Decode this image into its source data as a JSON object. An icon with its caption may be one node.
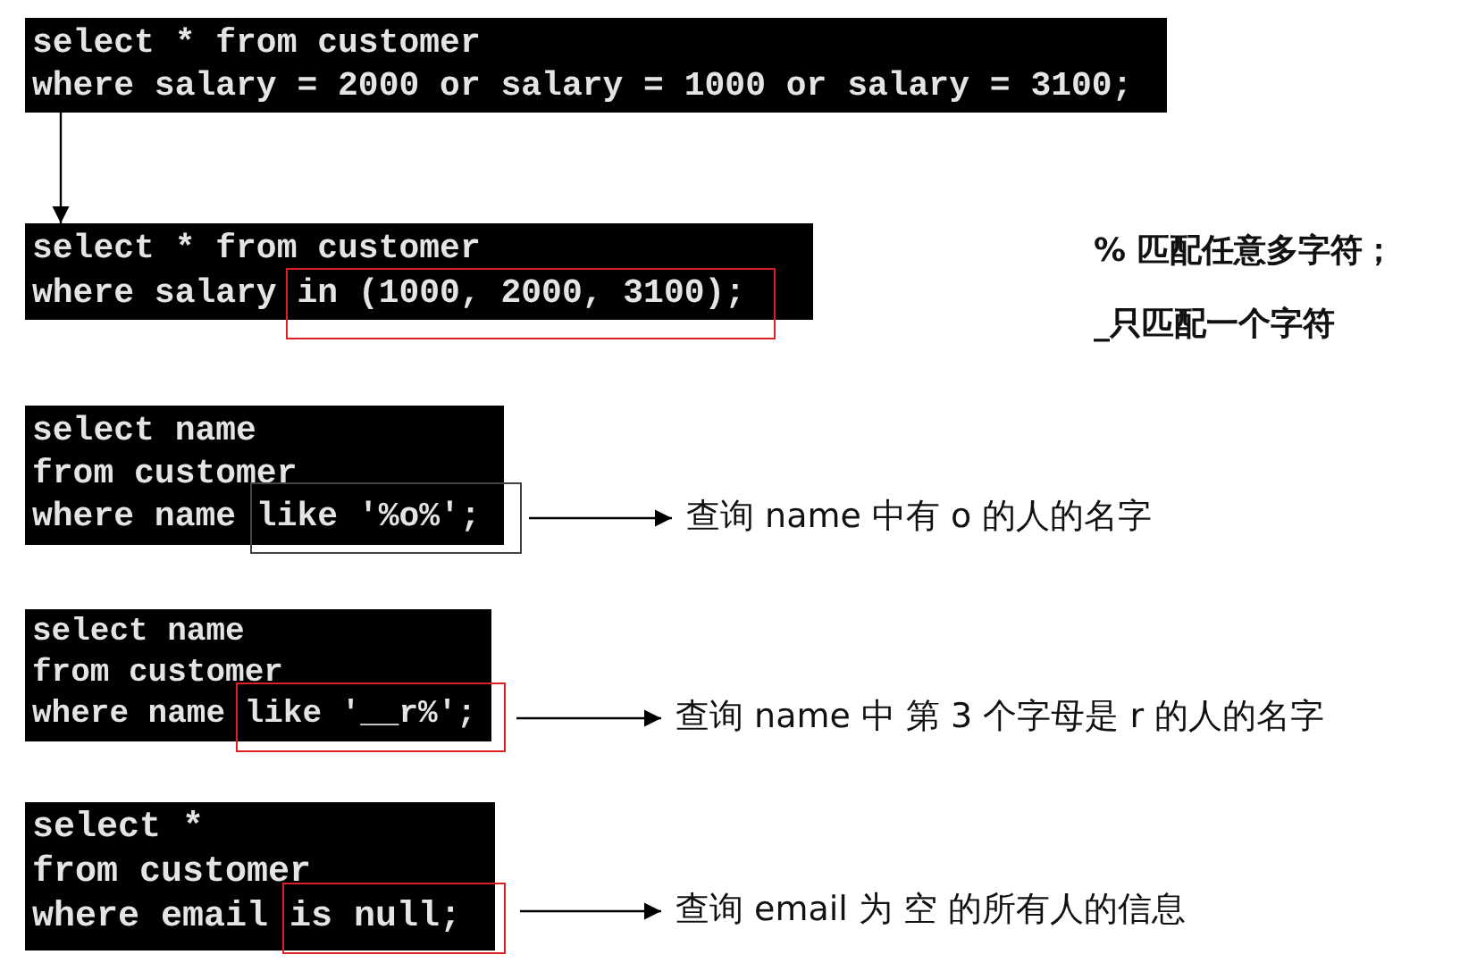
{
  "diagram": {
    "nodes": [
      {
        "text": [
          "select * from customer",
          "where salary = 2000 or salary = 1000 or salary = 3100;"
        ]
      },
      {
        "text": [
          "select * from customer",
          "where salary in (1000, 2000, 3100);"
        ]
      },
      {
        "text": [
          "select name",
          "from customer",
          "where name like '%o%';"
        ]
      },
      {
        "text": [
          "查询 name 中有 o 的人的名字"
        ]
      },
      {
        "text": [
          "select name",
          "from customer",
          "where name like '__r%';"
        ]
      },
      {
        "text": [
          "查询 name 中 第 3 个字母是 r 的人的名字"
        ]
      },
      {
        "text": [
          "select *",
          "from customer",
          "where email is null;"
        ]
      },
      {
        "text": [
          "查询 email 为 空 的所有人的信息"
        ]
      }
    ],
    "edges": [
      {
        "from": 0,
        "to": 1,
        "arrow": "to"
      },
      {
        "from": 2,
        "to": 3,
        "arrow": "to"
      },
      {
        "from": 4,
        "to": 5,
        "arrow": "to"
      },
      {
        "from": 6,
        "to": 7,
        "arrow": "to"
      }
    ],
    "labels": [
      "% 匹配任意多字符；",
      "_只匹配一个字符"
    ]
  }
}
